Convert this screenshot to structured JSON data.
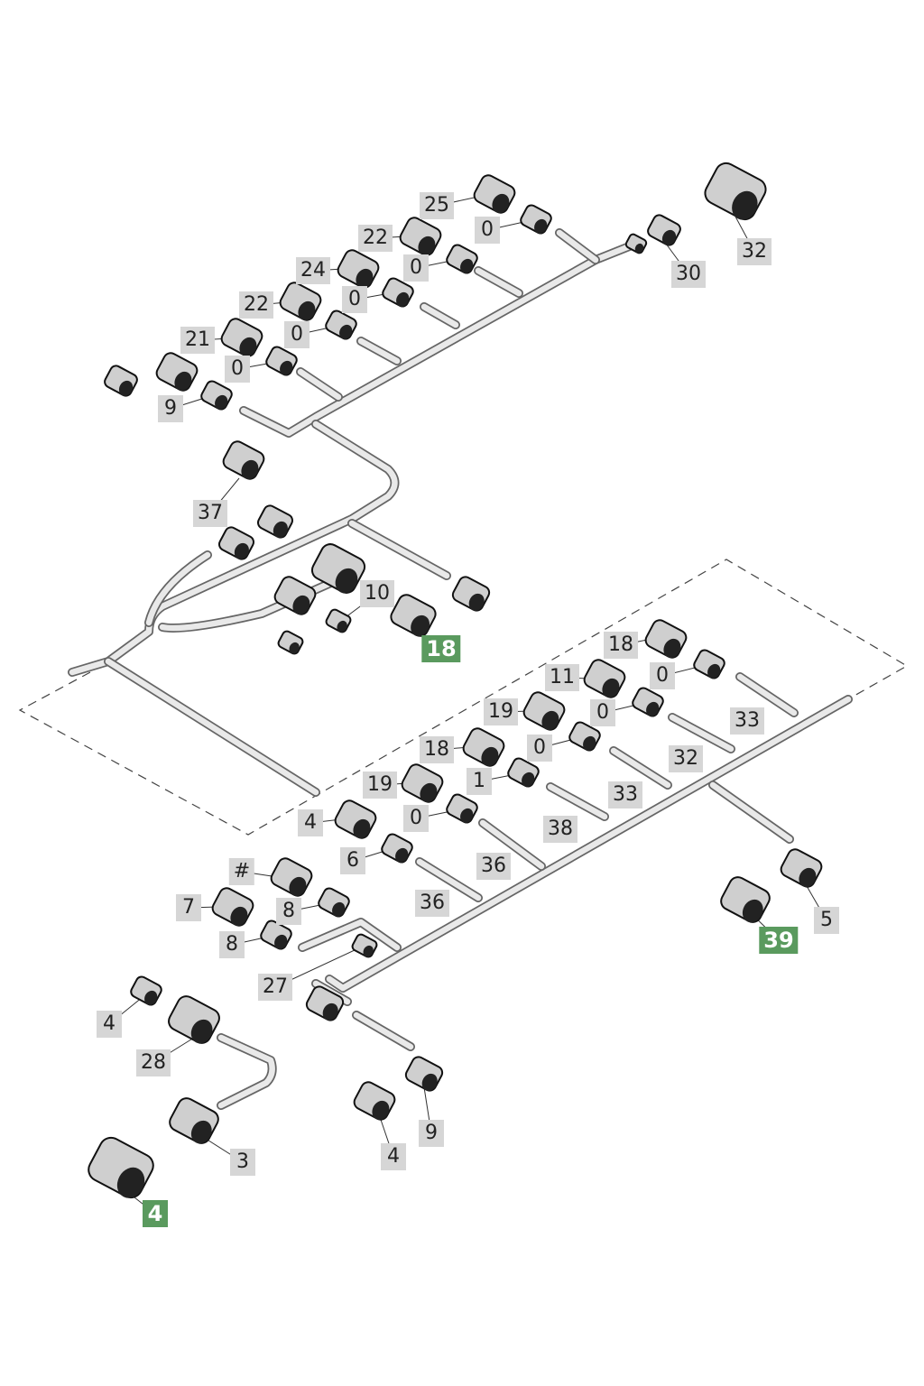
{
  "diagram": {
    "type": "exploded-parts-diagram",
    "accent_color": "#5a9a5e",
    "label_color": "#d6d6d6",
    "callouts": [
      {
        "text": "25"
      },
      {
        "text": "0"
      },
      {
        "text": "22"
      },
      {
        "text": "0"
      },
      {
        "text": "24"
      },
      {
        "text": "0"
      },
      {
        "text": "22"
      },
      {
        "text": "0"
      },
      {
        "text": "21"
      },
      {
        "text": "0"
      },
      {
        "text": "9"
      },
      {
        "text": "32"
      },
      {
        "text": "30"
      },
      {
        "text": "37"
      },
      {
        "text": "10"
      },
      {
        "text": "18",
        "highlight": true
      },
      {
        "text": "18"
      },
      {
        "text": "0"
      },
      {
        "text": "11"
      },
      {
        "text": "0"
      },
      {
        "text": "19"
      },
      {
        "text": "0"
      },
      {
        "text": "18"
      },
      {
        "text": "1"
      },
      {
        "text": "19"
      },
      {
        "text": "0"
      },
      {
        "text": "4"
      },
      {
        "text": "6"
      },
      {
        "text": "#"
      },
      {
        "text": "8"
      },
      {
        "text": "7"
      },
      {
        "text": "8"
      },
      {
        "text": "27"
      },
      {
        "text": "33"
      },
      {
        "text": "32"
      },
      {
        "text": "33"
      },
      {
        "text": "38"
      },
      {
        "text": "36"
      },
      {
        "text": "36"
      },
      {
        "text": "5"
      },
      {
        "text": "39",
        "highlight": true
      },
      {
        "text": "4"
      },
      {
        "text": "28"
      },
      {
        "text": "3"
      },
      {
        "text": "4",
        "highlight": true
      },
      {
        "text": "9"
      },
      {
        "text": "4"
      }
    ]
  }
}
